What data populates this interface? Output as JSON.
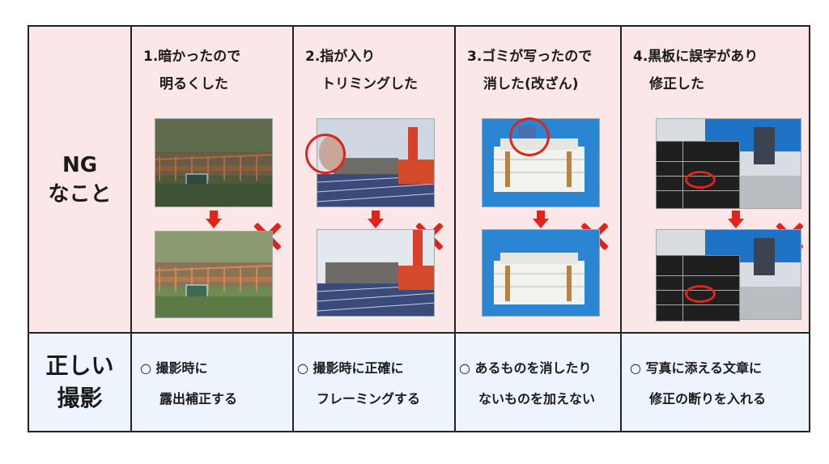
{
  "row_labels": {
    "ng_line1": "NG",
    "ng_line2": "なこと",
    "ok_line1": "正しい",
    "ok_line2": "撮影"
  },
  "columns": [
    {
      "title_line1": "1.暗かったので",
      "title_line2": "明るくした",
      "ok_line1": "○ 撮影時に",
      "ok_line2": "露出補正する"
    },
    {
      "title_line1": "2.指が入り",
      "title_line2": "トリミングした",
      "ok_line1": "○ 撮影時に正確に",
      "ok_line2": "フレーミングする"
    },
    {
      "title_line1": "3.ゴミが写ったので",
      "title_line2": "消した(改ざん)",
      "ok_line1": "○ あるものを消したり",
      "ok_line2": "ないものを加えない"
    },
    {
      "title_line1": "4.黒板に誤字があり",
      "title_line2": "修正した",
      "ok_line1": "○ 写真に添える文章に",
      "ok_line2": "修正の断りを入れる"
    }
  ],
  "colors": {
    "ng_bg": "#fbe7e8",
    "ok_bg": "#edf4fb",
    "accent_red": "#e0241b",
    "border": "#222222"
  },
  "icons": {
    "arrow": "red-down-arrow-icon",
    "cross": "red-x-icon"
  }
}
